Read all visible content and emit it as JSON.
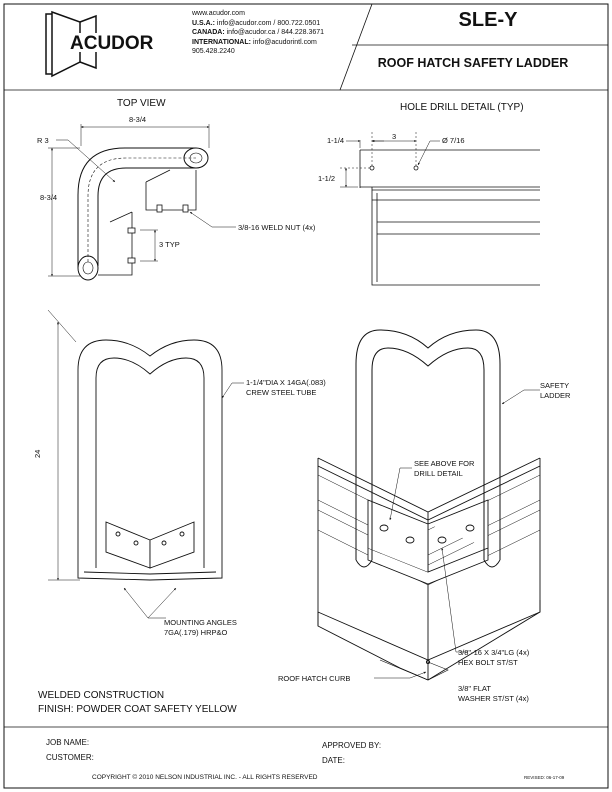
{
  "brand": {
    "name": "ACUDOR"
  },
  "contact": {
    "website": "www.acudor.com",
    "usa_label": "U.S.A.:",
    "usa_value": "info@acudor.com / 800.722.0501",
    "canada_label": "CANADA:",
    "canada_value": "info@acudor.ca / 844.228.3671",
    "intl_label": "INTERNATIONAL:",
    "intl_value": "info@acudorintl.com",
    "intl_phone": "905.428.2240"
  },
  "title_block": {
    "model": "SLE-Y",
    "product": "ROOF HATCH SAFETY LADDER"
  },
  "views": {
    "top": "TOP VIEW",
    "hole": "HOLE DRILL DETAIL (TYP)"
  },
  "dimensions": {
    "top_width": "8-3/4",
    "top_height": "8-3/4",
    "radius": "R  3",
    "typ": "3 TYP",
    "hole_offset": "1-1/4",
    "hole_spacing": "3",
    "hole_dia": "Ø  7/16",
    "hole_vertical": "1-1/2",
    "height": "24"
  },
  "callouts": {
    "weld_nut": "3/8-16 WELD NUT (4x)",
    "tube_line1": "1-1/4\"DIA X 14GA(.083)",
    "tube_line2": "CREW STEEL TUBE",
    "safety_line1": "SAFETY",
    "safety_line2": "LADDER",
    "see_line1": "SEE ABOVE FOR",
    "see_line2": "DRILL DETAIL",
    "angles_line1": "MOUNTING ANGLES",
    "angles_line2": "7GA(.179) HRP&O",
    "curb": "ROOF HATCH CURB",
    "bolt_line1": "3/8\"-16 X 3/4\"LG (4x)",
    "bolt_line2": "HEX BOLT ST/ST",
    "washer_line1": "3/8\" FLAT",
    "washer_line2": "WASHER ST/ST (4x)"
  },
  "notes": {
    "construction": "WELDED CONSTRUCTION",
    "finish": "FINISH: POWDER COAT SAFETY YELLOW"
  },
  "footer": {
    "job_name": "JOB NAME:",
    "customer": "CUSTOMER:",
    "approved": "APPROVED BY:",
    "date": "DATE:",
    "copyright": "COPYRIGHT © 2010  NELSON INDUSTRIAL INC. - ALL RIGHTS RESERVED",
    "revised": "REVISED:  06-17-09"
  }
}
